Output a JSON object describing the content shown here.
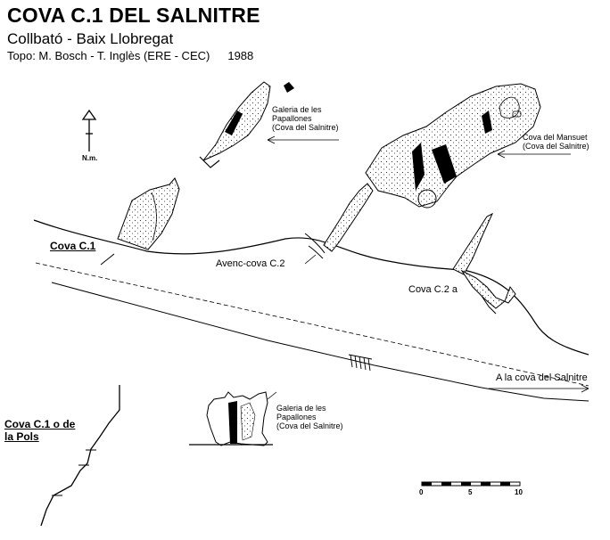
{
  "header": {
    "title": "COVA C.1 DEL SALNITRE",
    "location": "Collbató - Baix Llobregat",
    "topo_credit": "Topo: M. Bosch - T. Inglès  (ERE - CEC)",
    "year": "1988"
  },
  "north_label": "N.m.",
  "labels": {
    "galeria_top": [
      "Galeria de les",
      "Papallones",
      "(Cova del Salnitre)"
    ],
    "cova_mansuet": [
      "Cova del Mansuet",
      "(Cova del Salnitre)"
    ],
    "cova_c1": "Cova C.1",
    "avenc_cova_c2": "Avenc-cova C.2",
    "cova_c2a": "Cova C.2 a",
    "a_la_cova": "A la cova del Salnitre",
    "cova_c1_pols": [
      "Cova C.1 o de",
      "la Pols"
    ],
    "galeria_section": [
      "Galeria de les",
      "Papallones",
      "(Cova del Salnitre)"
    ]
  },
  "scale_bar": {
    "ticks": [
      "0",
      "5",
      "10"
    ],
    "max": 10
  },
  "colors": {
    "ink": "#000000",
    "background": "#ffffff"
  }
}
